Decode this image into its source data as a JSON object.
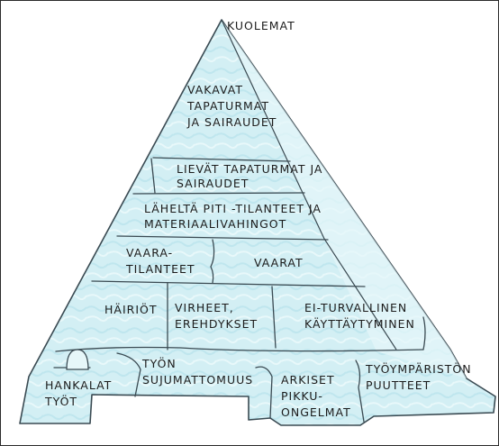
{
  "diagram": {
    "colors": {
      "fill": "#cfeef3",
      "fill_light": "#e3f6f8",
      "line": "#3a4a52"
    },
    "labels": {
      "apex": "KUOLEMAT",
      "serious": [
        "VAKAVAT",
        "TAPATURMAT",
        "JA SAIRAUDET"
      ],
      "minor": [
        "LIEVÄT TAPATURMAT JA",
        "SAIRAUDET"
      ],
      "near_miss": [
        "LÄHELTÄ PITI -TILANTEET JA",
        "MATERIAALIVAHINGOT"
      ],
      "danger_situations": [
        "VAARA-",
        "TILANTEET"
      ],
      "dangers": "VAARAT",
      "disturbances": "HÄIRIÖT",
      "errors": [
        "VIRHEET,",
        "EREHDYKSET"
      ],
      "unsafe_behavior": [
        "EI-TURVALLINEN",
        "KÄYTTÄYTYMINEN"
      ],
      "hard_work": [
        "HANKALAT",
        "TYÖT"
      ],
      "work_flow": [
        "TYÖN",
        "SUJUMATTOMUUS"
      ],
      "everyday_problems": [
        "ARKISET",
        "PIKKU-",
        "ONGELMAT"
      ],
      "environment_defects": [
        "TYÖYMPÄRISTÖN",
        "PUUTTEET"
      ]
    }
  }
}
